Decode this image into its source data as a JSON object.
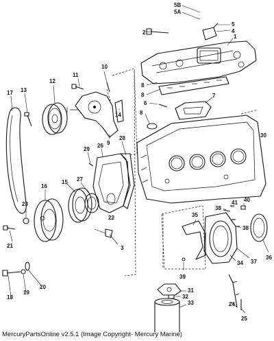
{
  "footer": "MercuryPartsOnline v2.5.1 (Image Copyright- Mercury Marine)",
  "colors": {
    "ink": "#111111",
    "background": "#ffffff"
  },
  "callouts": [
    "1",
    "2",
    "3",
    "4",
    "5",
    "5A",
    "5B",
    "6",
    "7",
    "8",
    "8",
    "8",
    "9",
    "10",
    "11",
    "12",
    "13",
    "14",
    "15",
    "16",
    "17",
    "18",
    "19",
    "20",
    "21",
    "22",
    "23",
    "24",
    "25",
    "26",
    "27",
    "28",
    "29",
    "30",
    "31",
    "32",
    "33",
    "34",
    "35",
    "36",
    "37",
    "38",
    "38",
    "39",
    "40",
    "41"
  ]
}
